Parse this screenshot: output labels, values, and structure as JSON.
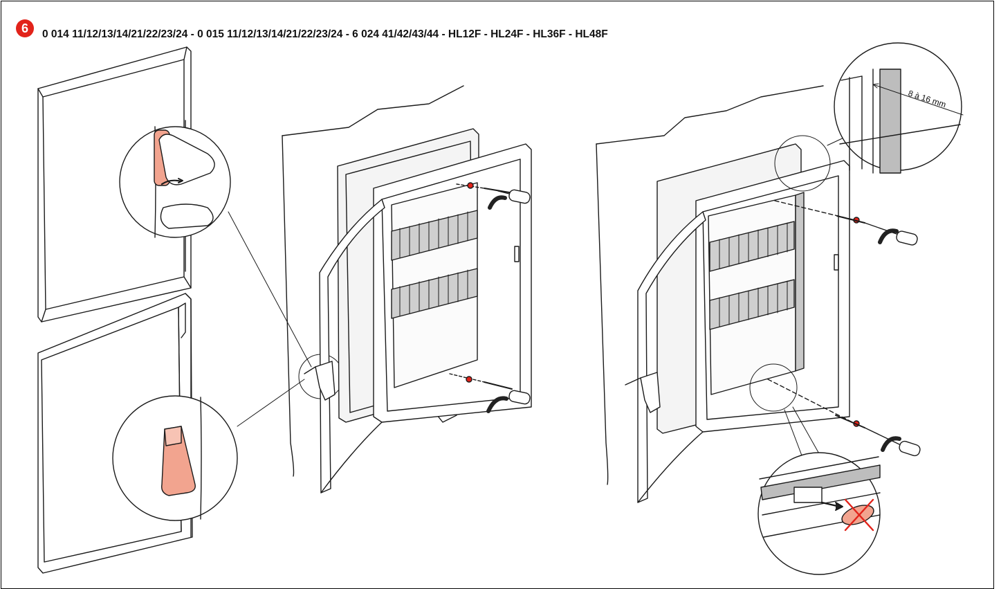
{
  "step": {
    "number": "6"
  },
  "header": {
    "title": "0 014 11/12/13/14/21/22/23/24 - 0 015 11/12/13/14/21/22/23/24 - 6 024 41/42/43/44 - HL12F - HL24F - HL36F - HL48F"
  },
  "annotations": {
    "gap_dimension": "8 à 16 mm"
  },
  "colors": {
    "accent_red": "#e2231a",
    "part_highlight": "#f2a48f",
    "line": "#1a1a1a",
    "panel_gray": "#d9d9d9"
  },
  "icons": [
    "screwdriver-icon",
    "rotation-arrow-icon",
    "finger-icon",
    "removal-cross-icon"
  ]
}
